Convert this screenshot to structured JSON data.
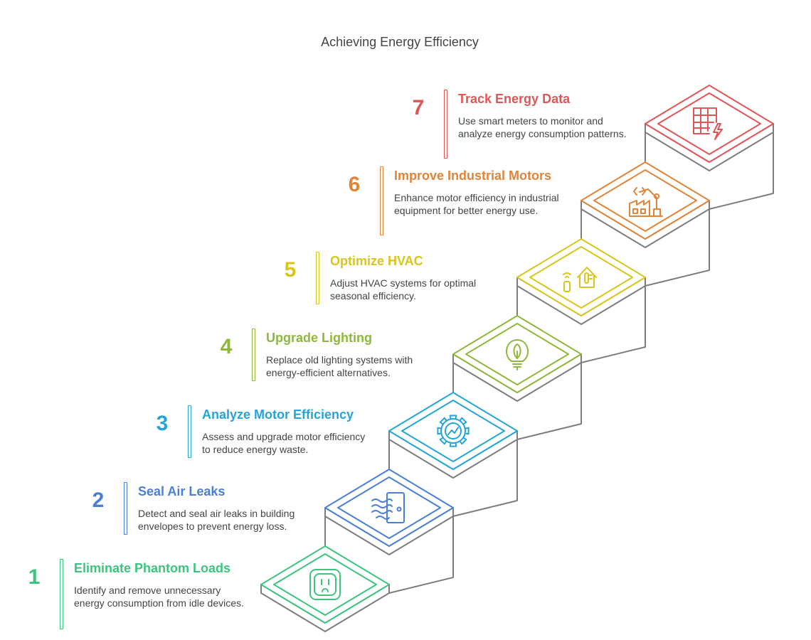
{
  "title": "Achieving Energy Efficiency",
  "steps": [
    {
      "number": "1",
      "heading": "Eliminate Phantom Loads",
      "description": "Identify and remove unnecessary energy consumption from idle devices.",
      "color": "#3ec47e",
      "icon": "power-outlet-icon"
    },
    {
      "number": "2",
      "heading": "Seal Air Leaks",
      "description": "Detect and seal air leaks in building envelopes to prevent energy loss.",
      "color": "#4a7fd6",
      "icon": "air-leak-door-icon"
    },
    {
      "number": "3",
      "heading": "Analyze Motor Efficiency",
      "description": "Assess and upgrade motor efficiency to reduce energy waste.",
      "color": "#25a5d6",
      "icon": "gear-chart-icon"
    },
    {
      "number": "4",
      "heading": "Upgrade Lighting",
      "description": "Replace old lighting systems with energy-efficient alternatives.",
      "color": "#8fb83a",
      "icon": "eco-bulb-icon"
    },
    {
      "number": "5",
      "heading": "Optimize HVAC",
      "description": "Adjust HVAC systems for optimal seasonal efficiency.",
      "color": "#d8c51e",
      "icon": "smart-thermostat-house-icon"
    },
    {
      "number": "6",
      "heading": "Improve Industrial Motors",
      "description": "Enhance motor efficiency in industrial equipment for better energy use.",
      "color": "#e0843a",
      "icon": "factory-robot-arm-icon"
    },
    {
      "number": "7",
      "heading": "Track Energy Data",
      "description": "Use smart meters to monitor and analyze energy consumption patterns.",
      "color": "#e05656",
      "icon": "energy-meter-grid-icon"
    }
  ]
}
